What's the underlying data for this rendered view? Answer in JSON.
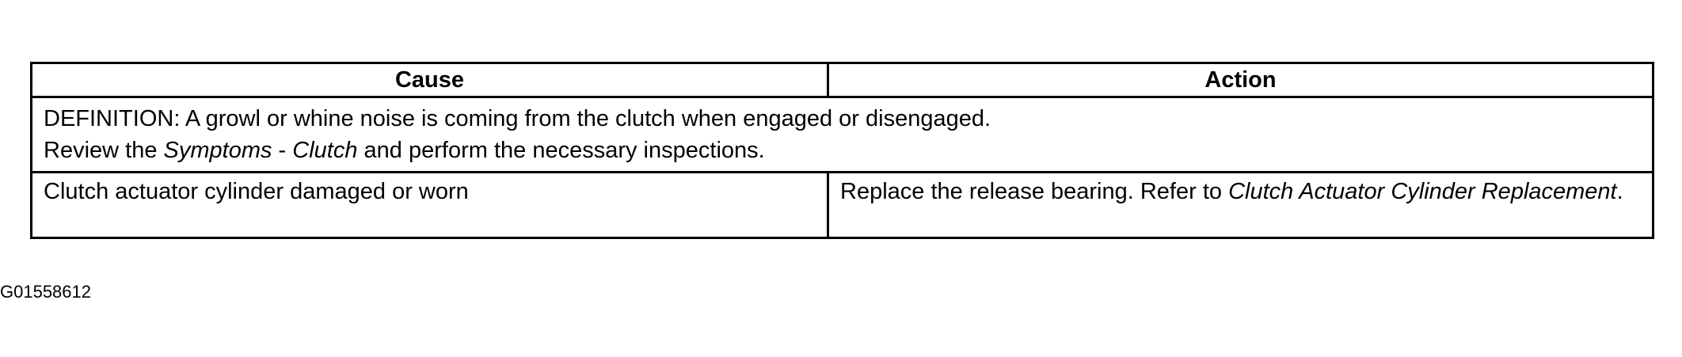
{
  "table": {
    "headers": [
      "Cause",
      "Action"
    ],
    "definition": {
      "line1": "DEFINITION: A growl or whine noise is coming from the clutch when engaged or disengaged.",
      "line2_prefix": "Review the ",
      "line2_italic1": "Symptoms",
      "line2_sep": " - ",
      "line2_italic2": "Clutch",
      "line2_suffix": " and perform the necessary inspections."
    },
    "rows": [
      {
        "cause": "Clutch actuator cylinder damaged or worn",
        "action_prefix": "Replace the release bearing. Refer to ",
        "action_italic": "Clutch Actuator Cylinder Replacement",
        "action_suffix": "."
      }
    ]
  },
  "caption": "G01558612"
}
